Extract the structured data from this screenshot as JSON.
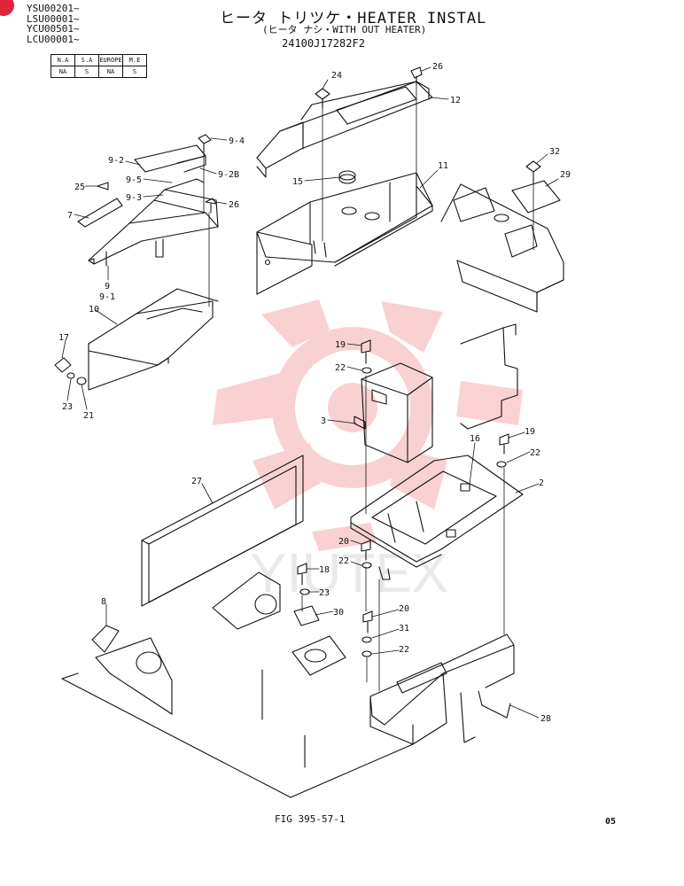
{
  "serials": [
    "YSU00201~",
    "LSU00001~",
    "YCU00501~",
    "LCU00001~"
  ],
  "title": "ヒータ トリツケ・HEATER INSTAL",
  "subtitle": "(ヒータ ナシ・WITH OUT HEATER)",
  "part_number": "24100J17282F2",
  "spec_table": {
    "headers": [
      "N.A",
      "S.A",
      "EUROPE",
      "M.E"
    ],
    "values": [
      "NA",
      "S",
      "NA",
      "S"
    ]
  },
  "watermark": "YIUTEX",
  "figure_label": "FIG 395-57-1",
  "page_code": "05",
  "callouts": [
    {
      "id": "c24",
      "text": "24"
    },
    {
      "id": "c26a",
      "text": "26"
    },
    {
      "id": "c12",
      "text": "12"
    },
    {
      "id": "c11",
      "text": "11"
    },
    {
      "id": "c15",
      "text": "15"
    },
    {
      "id": "c32",
      "text": "32"
    },
    {
      "id": "c29",
      "text": "29"
    },
    {
      "id": "c9-4",
      "text": "9-4"
    },
    {
      "id": "c9-2",
      "text": "9-2"
    },
    {
      "id": "c9-2b",
      "text": "9-2B"
    },
    {
      "id": "c9-5",
      "text": "9-5"
    },
    {
      "id": "c25",
      "text": "25"
    },
    {
      "id": "c9-3",
      "text": "9-3"
    },
    {
      "id": "c26b",
      "text": "26"
    },
    {
      "id": "c7",
      "text": "7"
    },
    {
      "id": "c9",
      "text": "9"
    },
    {
      "id": "c9-1",
      "text": "9-1"
    },
    {
      "id": "c10",
      "text": "10"
    },
    {
      "id": "c17",
      "text": "17"
    },
    {
      "id": "c23a",
      "text": "23"
    },
    {
      "id": "c21",
      "text": "21"
    },
    {
      "id": "c19a",
      "text": "19"
    },
    {
      "id": "c22a",
      "text": "22"
    },
    {
      "id": "c3",
      "text": "3"
    },
    {
      "id": "c16",
      "text": "16"
    },
    {
      "id": "c19b",
      "text": "19"
    },
    {
      "id": "c22b",
      "text": "22"
    },
    {
      "id": "c2",
      "text": "2"
    },
    {
      "id": "c27",
      "text": "27"
    },
    {
      "id": "c20a",
      "text": "20"
    },
    {
      "id": "c22c",
      "text": "22"
    },
    {
      "id": "c18",
      "text": "18"
    },
    {
      "id": "c23b",
      "text": "23"
    },
    {
      "id": "c30",
      "text": "30"
    },
    {
      "id": "c8",
      "text": "8"
    },
    {
      "id": "c20b",
      "text": "20"
    },
    {
      "id": "c31",
      "text": "31"
    },
    {
      "id": "c22d",
      "text": "22"
    },
    {
      "id": "c28",
      "text": "28"
    }
  ]
}
